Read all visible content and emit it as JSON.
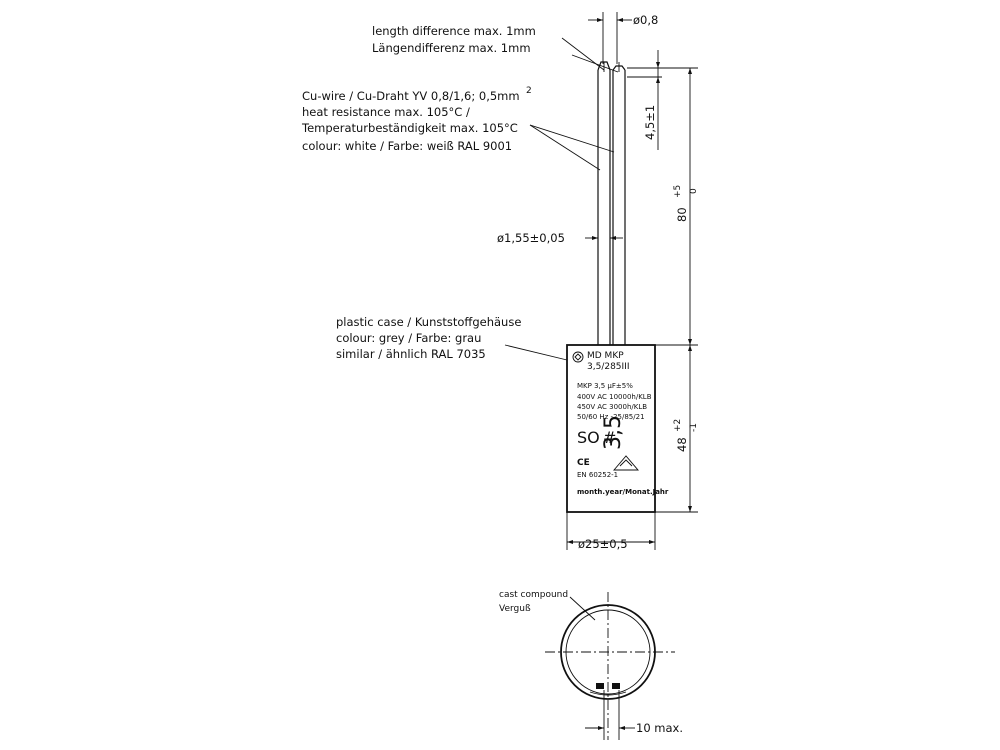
{
  "wire_note": {
    "line1": "length difference max. 1mm",
    "line2": "Längendifferenz max. 1mm"
  },
  "wire_spec": {
    "line1": "Cu-wire / Cu-Draht YV 0,8/1,6; 0,5mm",
    "line1_sup": "2",
    "line2": "heat resistance max. 105°C /",
    "line3": "Temperaturbeständigkeit max. 105°C",
    "line4": "colour: white / Farbe: weiß RAL 9001"
  },
  "case_spec": {
    "line1": "plastic case / Kunststoffgehäuse",
    "line2": "colour: grey / Farbe: grau",
    "line3": "similar / ähnlich RAL 7035"
  },
  "dimensions": {
    "wire_diameter": "ø0,8",
    "strip_length": "4,5±1",
    "lead_length": "80",
    "lead_tol_upper": "+5",
    "lead_tol_lower": "0",
    "insulation_diameter": "ø1,55±0,05",
    "body_height": "48",
    "body_tol_upper": "+2",
    "body_tol_lower": "-1",
    "body_diameter": "ø25±0,5",
    "bottom_offset": "10 max."
  },
  "label": {
    "line1": "MD  MKP",
    "line2": "3,5/285III",
    "line3": "MKP  3,5  µF±5%",
    "line4": "400V AC 10000h/KLB",
    "line5": "450V AC   3000h/KLB",
    "line6": "50/60 Hz -25/85/21",
    "code": "SO",
    "value": "3,5",
    "ce": "CE",
    "standard": "EN 60252-1",
    "date": "month.year/Monat.Jahr"
  },
  "section_note": {
    "line1": "cast compound",
    "line2": "Verguß"
  }
}
